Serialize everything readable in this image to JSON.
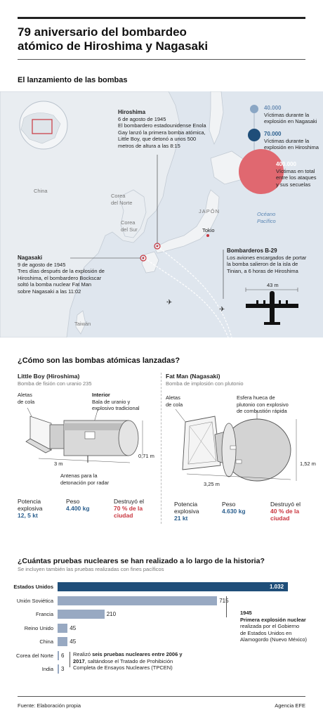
{
  "header": {
    "title_line1": "79 aniversario del bombardeo",
    "title_line2": "atómico de Hiroshima y Nagasaki"
  },
  "section1": {
    "title": "El lanzamiento de las bombas",
    "map_labels": {
      "china": "China",
      "korea_north_1": "Corea",
      "korea_north_2": "del Norte",
      "korea_south_1": "Corea",
      "korea_south_2": "del Sur",
      "japan": "JAPÓN",
      "tokyo": "Tokio",
      "ocean_1": "Océano",
      "ocean_2": "Pacífico",
      "taiwan": "Taiwán"
    },
    "hiroshima": {
      "name": "Hiroshima",
      "date": "6 de agosto de 1945",
      "lines": [
        "El bombardero estadounidense Enola",
        "Gay lanzó la primera bomba atómica,",
        "Little Boy, que detonó a unos 500",
        "metros de altura a las 8:15"
      ]
    },
    "nagasaki": {
      "name": "Nagasaki",
      "date": "9 de agosto de 1945",
      "lines": [
        "Tres días después de la explosión de",
        "Hiroshima, el bombardero  Bockscar",
        "soltó la bomba nuclear Fat Man",
        "sobre Nagasaki a las 11:02"
      ]
    },
    "b29": {
      "name": "Bombarderos B-29",
      "lines": [
        "Los aviones encargados de portar",
        "la bomba salieron de la isla de",
        "Tinian, a 6 horas de Hiroshima"
      ],
      "wingspan": "43 m"
    },
    "victims": [
      {
        "value": "40.000",
        "line1": "Víctimas durante la",
        "line2": "explosión en Nagasaki",
        "line3": "",
        "color": "#8aa6c4"
      },
      {
        "value": "70.000",
        "line1": "Víctimas durante la",
        "line2": "explosión en Hiroshima",
        "line3": "",
        "color": "#1f4e79"
      },
      {
        "value": "400.000",
        "line1": "Víctimas en total",
        "line2": "entre los ataques",
        "line3": "y sus secuelas",
        "color": "#e06870"
      }
    ]
  },
  "section2": {
    "title": "¿Cómo son las bombas atómicas lanzadas?",
    "little_boy": {
      "name": "Little Boy (Hiroshima)",
      "subtitle": "Bomba de fisión con uranio 235",
      "tail": [
        "Aletas",
        "de cola"
      ],
      "interior_title": "Interior",
      "interior_lines": [
        "Bala de uranio y",
        "explosivo tradicional"
      ],
      "antennas": [
        "Antenas para la",
        "detonación por radar"
      ],
      "length": "3 m",
      "diameter": "0,71 m",
      "power_label": [
        "Potencia",
        "explosiva"
      ],
      "power_value": "12, 5 kt",
      "weight_label": "Peso",
      "weight_value": "4.400 kg",
      "destroyed_label": "Destruyó el",
      "destroyed_value": [
        "70 % de la",
        "ciudad"
      ]
    },
    "fat_man": {
      "name": "Fat Man (Nagasaki)",
      "subtitle": "Bomba de implosión con plutonio",
      "tail": [
        "Aletas",
        "de cola"
      ],
      "sphere_lines": [
        "Esfera hueca de",
        "plutonio con explosivo",
        "de combustión rápida"
      ],
      "length": "3,25 m",
      "diameter": "1,52 m",
      "power_label": [
        "Potencia",
        "explosiva"
      ],
      "power_value": "21 kt",
      "weight_label": "Peso",
      "weight_value": "4.630 kg",
      "destroyed_label": "Destruyó el",
      "destroyed_value": [
        "40 % de la",
        "ciudad"
      ]
    }
  },
  "section3": {
    "title": "¿Cuántas pruebas nucleares se han realizado a lo largo de la historia?",
    "subtitle": "Se incluyen también las pruebas realizadas con fines pacíficos",
    "note_1945": {
      "year": "1945",
      "title": "Primera explosión nuclear",
      "lines": [
        "realizada por el Gobierno",
        "de Estados Unidos en",
        "Alamogordo (Nuevo México)"
      ]
    },
    "note_korea": {
      "pre": "Realizó ",
      "bold": "seis pruebas nucleares entre 2006 y 2017",
      "line1_bold": "seis pruebas nucleares entre 2006 y",
      "line2_bold": "2017",
      "line2_rest": ", saltándose el Tratado de Prohibición",
      "line3": "Completa de Ensayos Nucleares (TPCEN)"
    }
  },
  "chart_data": {
    "type": "bar",
    "orientation": "horizontal",
    "categories": [
      "Estados Unidos",
      "Unión Soviética",
      "Francia",
      "Reino Unido",
      "China",
      "Corea del Norte",
      "India"
    ],
    "values": [
      1032,
      715,
      210,
      45,
      45,
      6,
      3
    ],
    "value_labels": [
      "1.032",
      "715",
      "210",
      "45",
      "45",
      "6",
      "3"
    ],
    "colors": {
      "highlight": "#1f4e79",
      "default": "#98a9c2"
    },
    "title": "¿Cuántas pruebas nucleares se han realizado a lo largo de la historia?",
    "subtitle": "Se incluyen también las pruebas realizadas con fines pacíficos"
  },
  "footer": {
    "source": "Fuente: Elaboración propia",
    "agency": "Agencia EFE"
  }
}
